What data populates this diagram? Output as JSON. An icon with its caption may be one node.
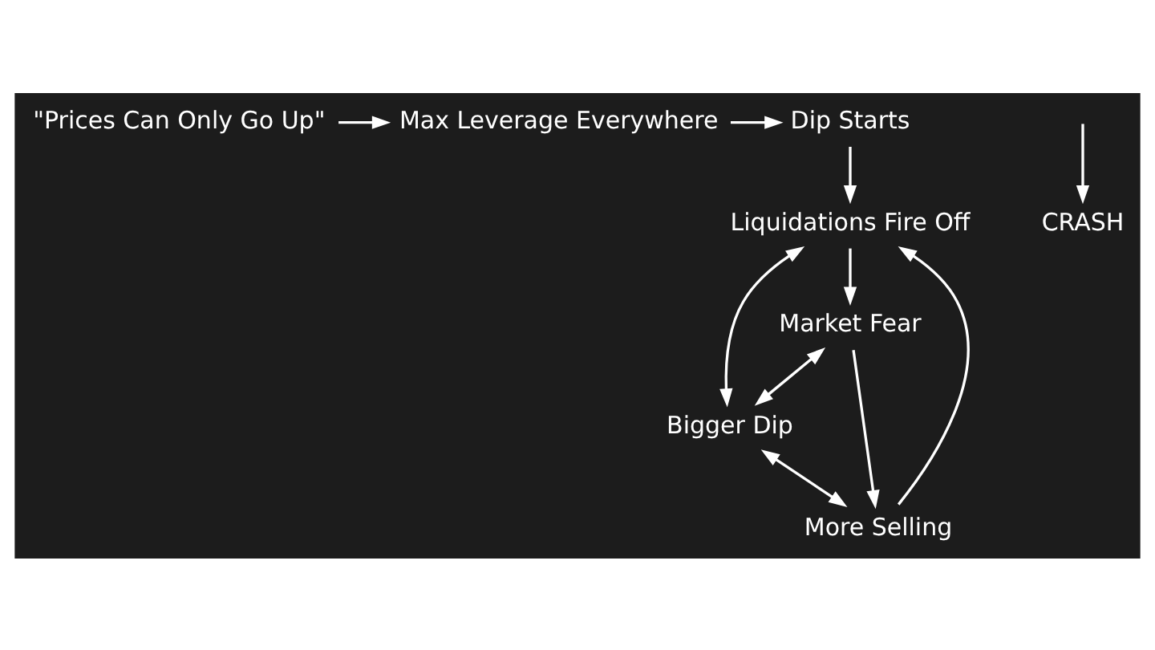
{
  "diagram": {
    "nodes": [
      {
        "text": [
          "\"Prices Can Only Go Up\""
        ]
      },
      {
        "text": [
          "Max Leverage Everywhere"
        ]
      },
      {
        "text": [
          "Dip Starts"
        ]
      },
      {
        "text": [
          "Liquidations Fire Off"
        ]
      },
      {
        "text": [
          "Market Fear"
        ]
      },
      {
        "text": [
          "Bigger Dip"
        ]
      },
      {
        "text": [
          "More Selling"
        ]
      },
      {
        "text": [
          "CRASH"
        ]
      }
    ],
    "edges": [
      {
        "from": 0,
        "to": 1,
        "arrow": "to"
      },
      {
        "from": 1,
        "to": 2,
        "arrow": "to"
      },
      {
        "from": 2,
        "to": 3,
        "arrow": "to"
      },
      {
        "from": 3,
        "to": 4,
        "arrow": "to"
      },
      {
        "from": 4,
        "to": 5,
        "arrow": "both"
      },
      {
        "from": 3,
        "to": 5,
        "arrow": "both"
      },
      {
        "from": 4,
        "to": 6,
        "arrow": "to"
      },
      {
        "from": 5,
        "to": 6,
        "arrow": "both"
      },
      {
        "from": 6,
        "to": 3,
        "arrow": "to"
      },
      {
        "from": null,
        "to": 7,
        "arrow": "to"
      }
    ]
  }
}
